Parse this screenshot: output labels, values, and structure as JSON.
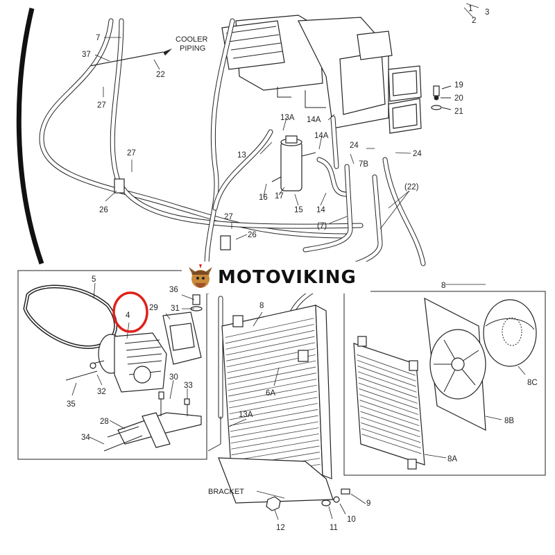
{
  "watermark": {
    "brand": "MOTOVIKING"
  },
  "notes": {
    "cooler_piping_line1": "COOLER",
    "cooler_piping_line2": "PIPING",
    "bracket": "BRACKET"
  },
  "callouts": {
    "c1": "1",
    "c2": "2",
    "c3": "3",
    "c4": "4",
    "c5": "5",
    "c6a": "6A",
    "c7": "7",
    "c7b": "7B",
    "c7p": "(7)",
    "c8_top": "8",
    "c8_right": "8",
    "c8a": "8A",
    "c8b": "8B",
    "c8c": "8C",
    "c9": "9",
    "c10": "10",
    "c11": "11",
    "c12": "12",
    "c13": "13",
    "c13a_top": "13A",
    "c13a_bot": "13A",
    "c14": "14",
    "c14a_1": "14A",
    "c14a_2": "14A",
    "c15": "15",
    "c16": "16",
    "c17": "17",
    "c19": "19",
    "c20": "20",
    "c21": "21",
    "c22": "22",
    "c22p": "(22)",
    "c24_1": "24",
    "c24_2": "24",
    "c26_1": "26",
    "c26_2": "26",
    "c27_1": "27",
    "c27_2": "27",
    "c27_3": "27",
    "c28": "28",
    "c29": "29",
    "c30": "30",
    "c31": "31",
    "c32": "32",
    "c33": "33",
    "c34": "34",
    "c35": "35",
    "c36": "36",
    "c37": "37"
  },
  "highlight": {
    "color": "#e0201b"
  }
}
